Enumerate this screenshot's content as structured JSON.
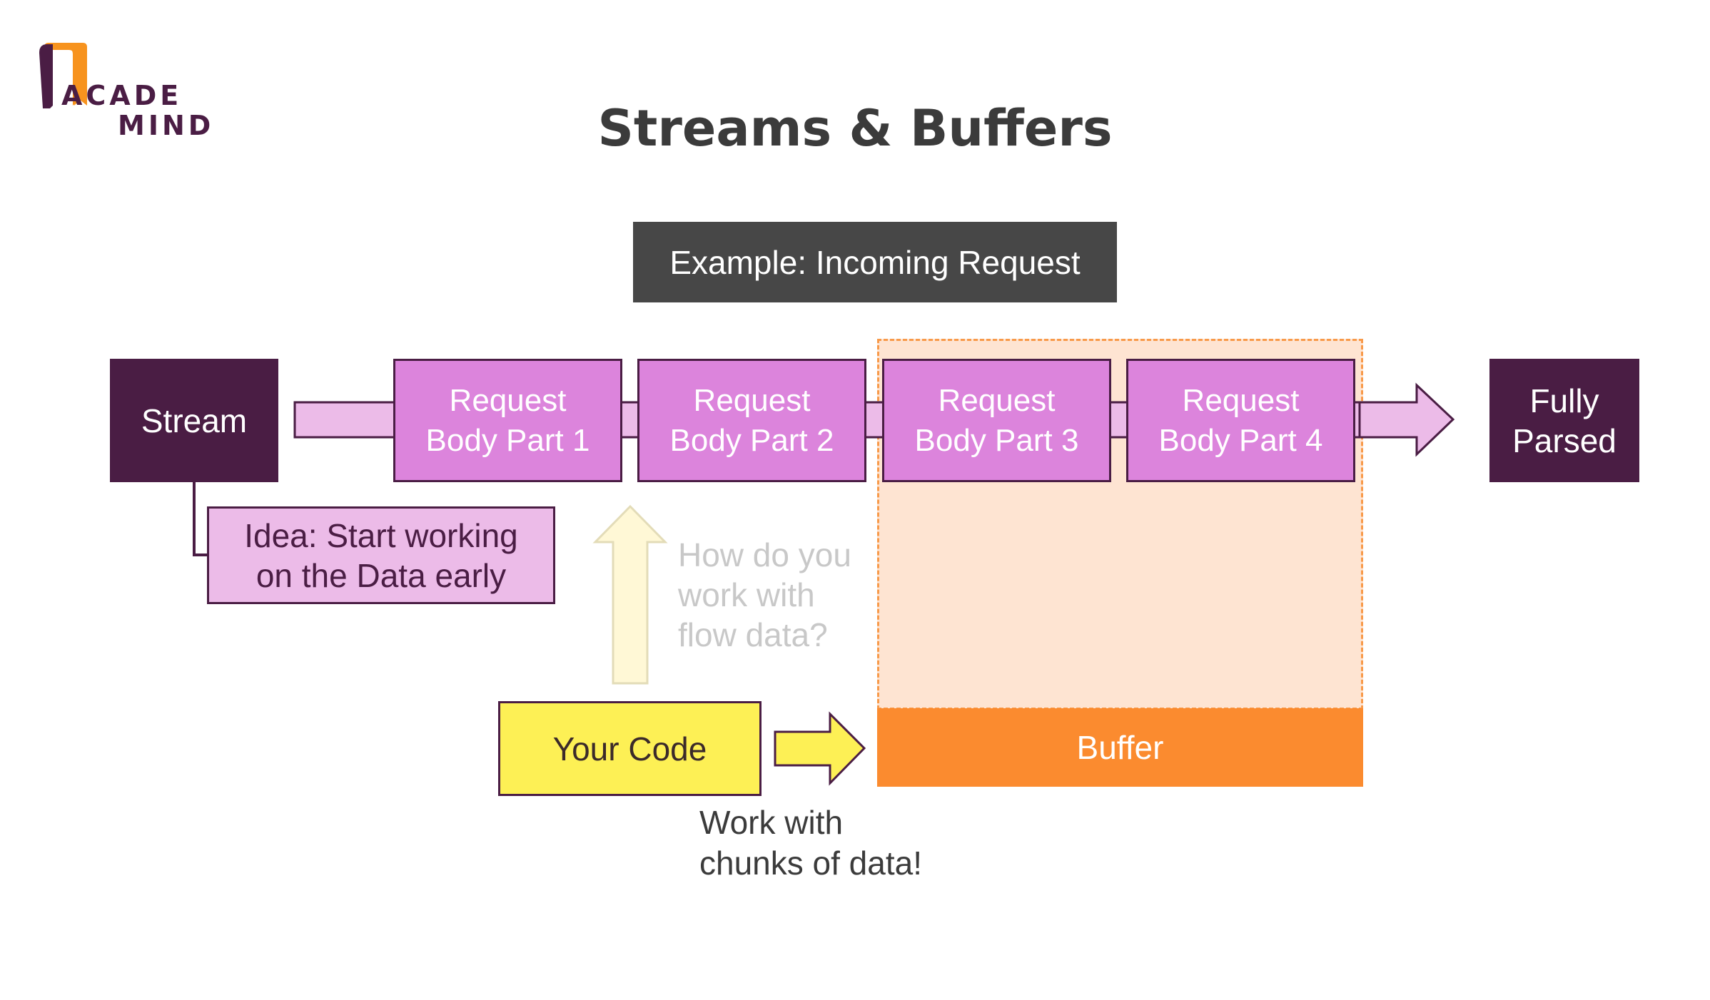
{
  "logo": {
    "line1": "ACADE",
    "line2": "MIND"
  },
  "title": "Streams & Buffers",
  "example_label": "Example: Incoming Request",
  "stream": {
    "label": "Stream"
  },
  "parts": [
    {
      "line1": "Request",
      "line2": "Body Part 1"
    },
    {
      "line1": "Request",
      "line2": "Body Part 2"
    },
    {
      "line1": "Request",
      "line2": "Body Part 3"
    },
    {
      "line1": "Request",
      "line2": "Body Part 4"
    }
  ],
  "fully_parsed": {
    "line1": "Fully",
    "line2": "Parsed"
  },
  "idea": {
    "line1": "Idea: Start working",
    "line2": "on the Data early"
  },
  "hint": {
    "line1": "How do you",
    "line2": "work with",
    "line3": "flow data?"
  },
  "your_code": "Your Code",
  "buffer": "Buffer",
  "work_note": {
    "line1": "Work with",
    "line2": "chunks of data!"
  },
  "colors": {
    "dark_purple": "#4a1d44",
    "part_pink": "#dc84dc",
    "light_pink": "#ecbbe8",
    "buffer_orange": "#fb8b2f",
    "buffer_area": "#fee4d2",
    "code_yellow": "#fdf055",
    "header_gray": "#474747"
  }
}
